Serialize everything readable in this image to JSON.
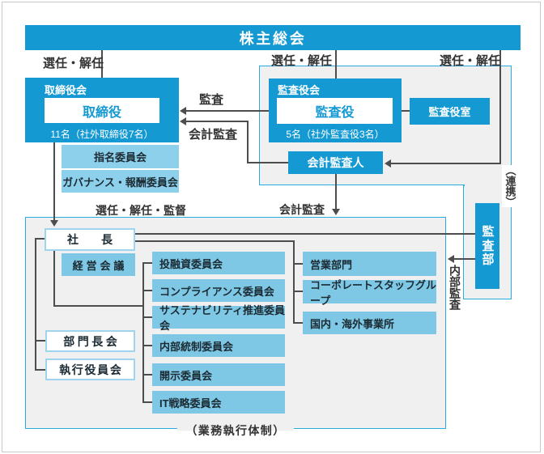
{
  "colors": {
    "accent_blue": "#1499d3",
    "light_blue": "#7ec8e6",
    "lighter_blue": "#8dd0eb",
    "panel_border": "#29abe2",
    "panel_fill": "#f0f0f1",
    "connector": "#4d4d4d"
  },
  "top": {
    "shareholders": "株主総会",
    "appoint_dismiss": "選任・解任"
  },
  "board": {
    "title": "取締役会",
    "directors": "取締役",
    "count": "11名（社外取締役7名）",
    "nomination_committee": "指名委員会",
    "governance_committee": "ガバナンス・報酬委員会"
  },
  "audit": {
    "title": "監査役会",
    "auditors": "監査役",
    "count": "5名（社外監査役3名）",
    "office": "監査役室",
    "accounting_auditor": "会計監査人",
    "dept": "監査部",
    "cooperation": "（連携）",
    "internal_audit": "内部監査"
  },
  "labels": {
    "audit": "監査",
    "accounting_audit": "会計監査",
    "appoint_supervise": "選任・解任・監督"
  },
  "execution": {
    "president": "社　　長",
    "management_meeting": "経営会議",
    "division_heads": "部門長会",
    "executive_officers": "執行役員会",
    "committees": [
      "投融資委員会",
      "コンプライアンス委員会",
      "サステナビリティ推進委員会",
      "内部統制委員会",
      "開示委員会",
      "IT戦略委員会"
    ],
    "units": [
      "営業部門",
      "コーポレートスタッフグループ",
      "国内・海外事業所"
    ],
    "caption": "（業務執行体制）"
  }
}
